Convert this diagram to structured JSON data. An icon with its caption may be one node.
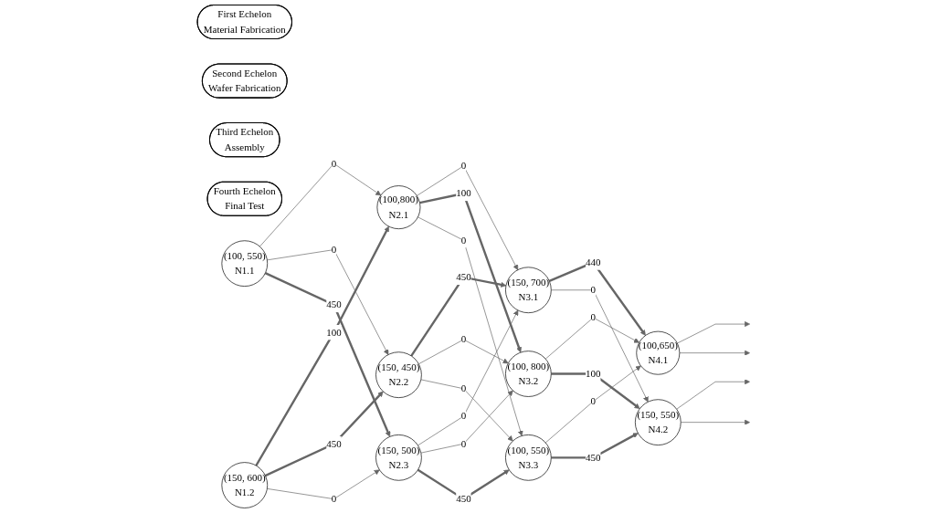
{
  "diagram": {
    "nodes": [
      {
        "text": [
          "First Echelon",
          "Material Fabrication"
        ]
      },
      {
        "text": [
          "Second Echelon",
          "Wafer Fabrication"
        ]
      },
      {
        "text": [
          "Third Echelon",
          "Assembly"
        ]
      },
      {
        "text": [
          "Fourth Echelon",
          "Final Test"
        ]
      },
      {
        "text": [
          "(100, 550)",
          "N1.1"
        ]
      },
      {
        "text": [
          "(150, 600)",
          "N1.2"
        ]
      },
      {
        "text": [
          "(100,800)",
          "N2.1"
        ]
      },
      {
        "text": [
          "(150, 450)",
          "N2.2"
        ]
      },
      {
        "text": [
          "(150, 500)",
          "N2.3"
        ]
      },
      {
        "text": [
          "(150, 700)",
          "N3.1"
        ]
      },
      {
        "text": [
          "(100, 800)",
          "N3.2"
        ]
      },
      {
        "text": [
          "(100, 550)",
          "N3.3"
        ]
      },
      {
        "text": [
          "(100,650)",
          "N4.1"
        ]
      },
      {
        "text": [
          "(150, 550)",
          "N4.2"
        ]
      }
    ],
    "edges": [
      {
        "from": 4,
        "to": 6,
        "arrow": "to",
        "label": "0"
      },
      {
        "from": 5,
        "to": 6,
        "arrow": "to",
        "label": "100",
        "style": "thick"
      },
      {
        "from": 4,
        "to": 7,
        "arrow": "to",
        "label": "0"
      },
      {
        "from": 5,
        "to": 7,
        "arrow": "to",
        "label": "450",
        "style": "thick"
      },
      {
        "from": 4,
        "to": 8,
        "arrow": "to",
        "label": "450",
        "style": "thick"
      },
      {
        "from": 5,
        "to": 8,
        "arrow": "to",
        "label": "0"
      },
      {
        "from": 6,
        "to": 9,
        "arrow": "to",
        "label": "0"
      },
      {
        "from": 7,
        "to": 9,
        "arrow": "to",
        "label": "450",
        "style": "thick"
      },
      {
        "from": 8,
        "to": 9,
        "arrow": "to",
        "label": "0"
      },
      {
        "from": 6,
        "to": 10,
        "arrow": "to",
        "label": "100",
        "style": "thick"
      },
      {
        "from": 7,
        "to": 10,
        "arrow": "to",
        "label": "0"
      },
      {
        "from": 8,
        "to": 10,
        "arrow": "to",
        "label": "0"
      },
      {
        "from": 7,
        "to": 11,
        "arrow": "to",
        "label": "0"
      },
      {
        "from": 6,
        "to": 11,
        "arrow": "to",
        "label": "0"
      },
      {
        "from": 8,
        "to": 11,
        "arrow": "to",
        "label": "450",
        "style": "thick"
      },
      {
        "from": 9,
        "to": 12,
        "arrow": "to",
        "label": "440",
        "style": "thick"
      },
      {
        "from": 10,
        "to": 12,
        "arrow": "to",
        "label": "0"
      },
      {
        "from": 11,
        "to": 12,
        "arrow": "to",
        "label": "0"
      },
      {
        "from": 9,
        "to": 13,
        "arrow": "to",
        "label": "0"
      },
      {
        "from": 10,
        "to": 13,
        "arrow": "to",
        "label": "100",
        "style": "thick"
      },
      {
        "from": 11,
        "to": 13,
        "arrow": "to",
        "label": "450",
        "style": "thick"
      },
      {
        "from": 12,
        "to": null,
        "arrow": "to"
      },
      {
        "from": 12,
        "to": null,
        "arrow": "to"
      },
      {
        "from": 13,
        "to": null,
        "arrow": "to"
      },
      {
        "from": 13,
        "to": null,
        "arrow": "to"
      }
    ]
  }
}
